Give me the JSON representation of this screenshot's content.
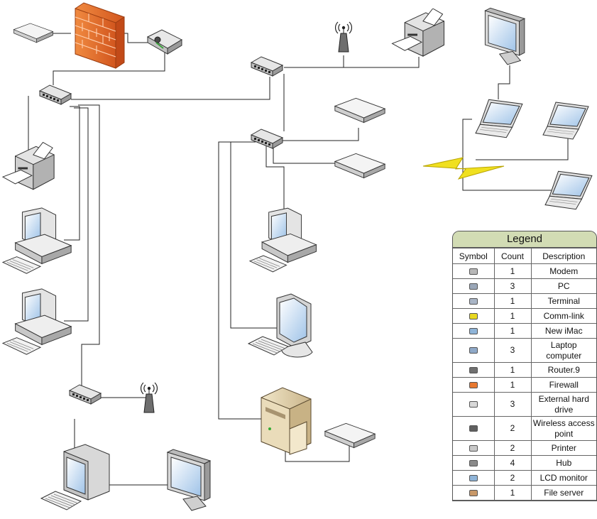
{
  "legend": {
    "title": "Legend",
    "headers": [
      "Symbol",
      "Count",
      "Description"
    ],
    "rows": [
      {
        "count": "1",
        "description": "Modem",
        "icon": "modem-icon",
        "color": "#b8b8b8"
      },
      {
        "count": "3",
        "description": "PC",
        "icon": "pc-icon",
        "color": "#9aa7b8"
      },
      {
        "count": "1",
        "description": "Terminal",
        "icon": "terminal-icon",
        "color": "#a9b5c6"
      },
      {
        "count": "1",
        "description": "Comm-link",
        "icon": "comm-link-icon",
        "color": "#e8d820"
      },
      {
        "count": "1",
        "description": "New iMac",
        "icon": "imac-icon",
        "color": "#8fb4d8"
      },
      {
        "count": "3",
        "description": "Laptop computer",
        "icon": "laptop-icon",
        "color": "#8fa9c8"
      },
      {
        "count": "1",
        "description": "Router.9",
        "icon": "router-icon",
        "color": "#707070"
      },
      {
        "count": "1",
        "description": "Firewall",
        "icon": "firewall-icon",
        "color": "#e87830"
      },
      {
        "count": "3",
        "description": "External hard drive",
        "icon": "external-hard-drive-icon",
        "color": "#d8d8d8"
      },
      {
        "count": "2",
        "description": "Wireless access point",
        "icon": "wireless-access-point-icon",
        "color": "#606060"
      },
      {
        "count": "2",
        "description": "Printer",
        "icon": "printer-icon",
        "color": "#c8c8c8"
      },
      {
        "count": "4",
        "description": "Hub",
        "icon": "hub-icon",
        "color": "#8a8a8a"
      },
      {
        "count": "2",
        "description": "LCD monitor",
        "icon": "lcd-monitor-icon",
        "color": "#8fb4d8"
      },
      {
        "count": "1",
        "description": "File server",
        "icon": "file-server-icon",
        "color": "#c89868"
      }
    ]
  }
}
